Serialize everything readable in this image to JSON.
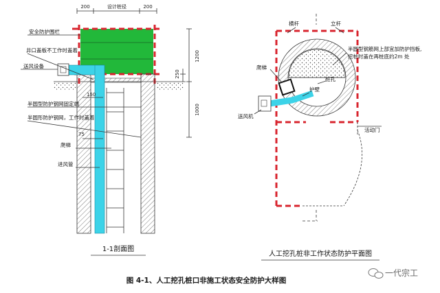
{
  "left_view": {
    "dim_top": [
      "200",
      "设计桩径",
      "200"
    ],
    "dim_right": [
      "1200",
      "250",
      "1000"
    ],
    "dim_inner": [
      "150",
      "75"
    ],
    "labels": {
      "guardrail": "安全防护围栏",
      "cover_plate": "井口盖板不工作时盖着",
      "blower": "送风设备",
      "mesh_fixed": "半圆型防护钢网固定端",
      "mesh_cover": "半圆形防护钢网，工作时盖着",
      "ladder": "爬梯",
      "air_duct": "进风管"
    },
    "caption": "1-1剖面图"
  },
  "right_view": {
    "labels": {
      "rail_post": "横杆",
      "upright": "立杆",
      "mesh_note_1": "半圆型钢筋网上部宜加防护挡板,",
      "mesh_note_2": "挖桩时盖在再桩底约2m 处",
      "ladder": "爬梯",
      "pile_hole": "桩孔",
      "guard_wall": "护壁",
      "blower": "送风机",
      "door": "活动门"
    },
    "caption": "人工挖孔桩非工作状态防护平面图"
  },
  "figure_title": "图 4-1、人工挖孔桩口非施工状态安全防护大样图",
  "watermark": "一代宗工",
  "colors": {
    "green": "#22b83a",
    "cyan": "#3cd3e8",
    "red": "#d8242e",
    "hatch": "#555555"
  }
}
